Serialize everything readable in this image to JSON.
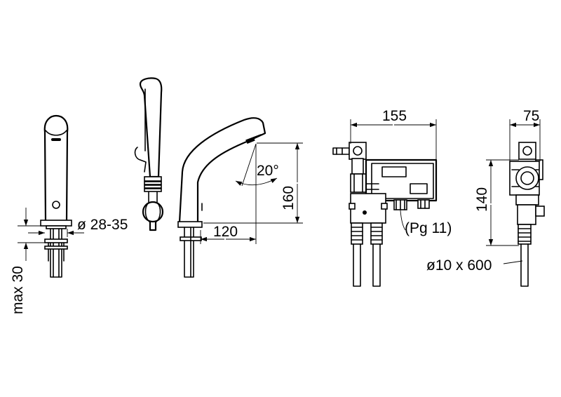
{
  "dimensions": {
    "diameter_range": "ø 28-35",
    "max_height": "max 30",
    "angle": "20°",
    "spout_height": "160",
    "spout_reach": "120",
    "box_width": "155",
    "box_height": "140",
    "box_depth": "75",
    "gland": "(Pg 11)",
    "hose": "ø10 x 600"
  }
}
